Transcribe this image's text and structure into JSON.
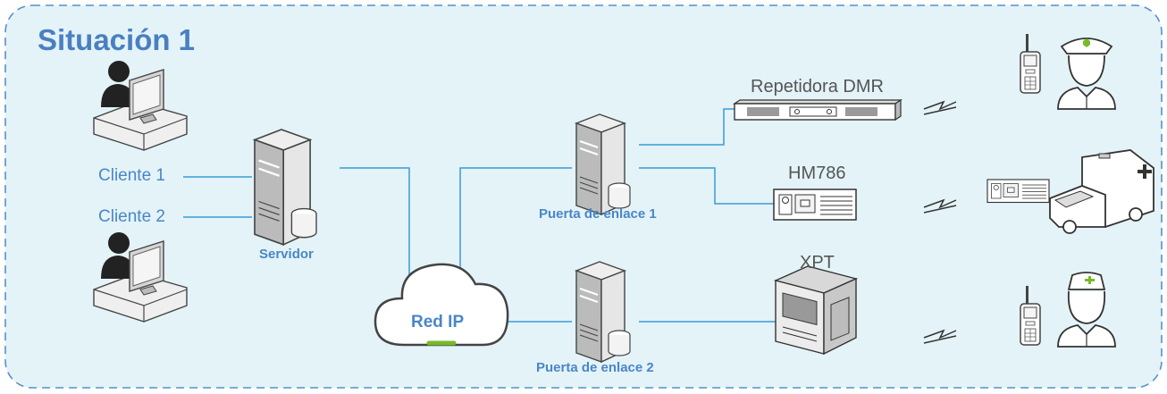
{
  "title": "Situación 1",
  "clients": [
    "Cliente 1",
    "Cliente 2"
  ],
  "server_label": "Servidor",
  "network_label": "Red IP",
  "gateways": [
    "Puerta de enlace 1",
    "Puerta de enlace 2"
  ],
  "devices": {
    "repeater": "Repetidora DMR",
    "mobile_radio": "HM786",
    "xpt": "XPT"
  },
  "colors": {
    "panel_bg": "#e3f3f8",
    "panel_border": "#5b8ec9",
    "line": "#3a9ad5",
    "label_blue": "#4a86c8",
    "cloud_accent": "#7ab929"
  },
  "icons": [
    "user-at-desk-icon",
    "server-tower-icon",
    "cloud-icon",
    "repeater-icon",
    "mobile-radio-icon",
    "xpt-cabinet-icon",
    "wireless-signal-icon",
    "handheld-radio-icon",
    "police-officer-icon",
    "ambulance-icon",
    "nurse-icon"
  ]
}
